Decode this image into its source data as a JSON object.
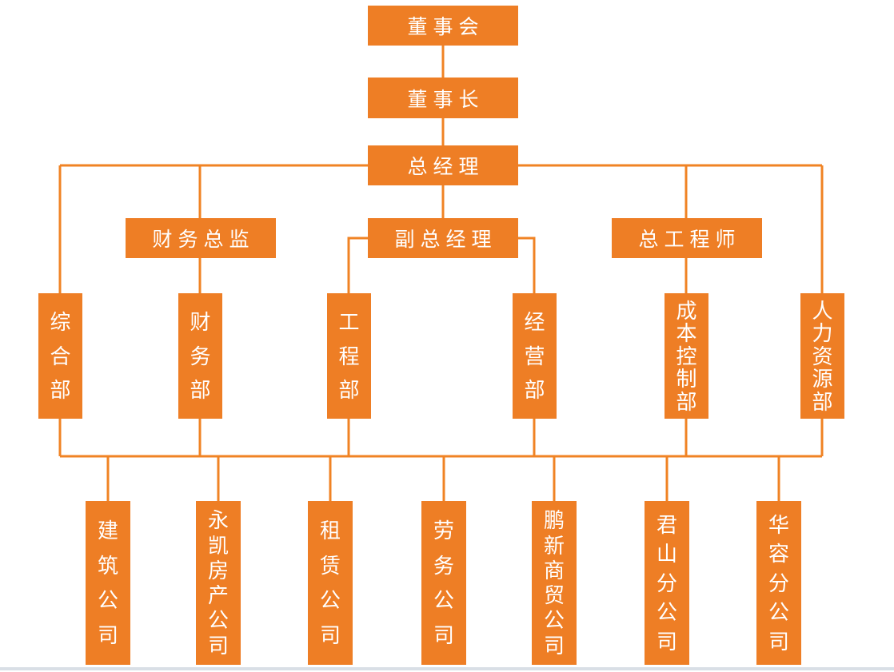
{
  "diagram": {
    "type": "org-chart",
    "colors": {
      "box": "#EE7E25",
      "line": "#F08324",
      "text": "#FFFFFF",
      "bottom_rule": "#D9DFE6"
    },
    "nodes": {
      "board": "董事会",
      "chairman": "董事长",
      "general_manager": "总经理",
      "finance_director": "财务总监",
      "deputy_general_manager": "副总经理",
      "chief_engineer": "总工程师",
      "dept_general": "综合部",
      "dept_finance": "财务部",
      "dept_engineering": "工程部",
      "dept_operations": "经营部",
      "dept_cost_control": "成本控制部",
      "dept_human_resources": "人力资源部",
      "co_construction": "建筑公司",
      "co_yongkai_real_estate": "永凯房产公司",
      "co_leasing": "租赁公司",
      "co_labor_services": "劳务公司",
      "co_pengxin_trading": "鹏新商贸公司",
      "co_junshan_branch": "君山分公司",
      "co_huarong_branch": "华容分公司"
    },
    "edges": [
      [
        "董事会",
        "董事长"
      ],
      [
        "董事长",
        "总经理"
      ],
      [
        "总经理",
        "财务总监"
      ],
      [
        "总经理",
        "副总经理"
      ],
      [
        "总经理",
        "总工程师"
      ],
      [
        "总经理",
        "综合部"
      ],
      [
        "总经理",
        "人力资源部"
      ],
      [
        "财务总监",
        "财务部"
      ],
      [
        "副总经理",
        "工程部"
      ],
      [
        "副总经理",
        "经营部"
      ],
      [
        "总工程师",
        "成本控制部"
      ],
      [
        "departments-bus",
        "建筑公司"
      ],
      [
        "departments-bus",
        "永凯房产公司"
      ],
      [
        "departments-bus",
        "租赁公司"
      ],
      [
        "departments-bus",
        "劳务公司"
      ],
      [
        "departments-bus",
        "鹏新商贸公司"
      ],
      [
        "departments-bus",
        "君山分公司"
      ],
      [
        "departments-bus",
        "华容分公司"
      ]
    ]
  }
}
